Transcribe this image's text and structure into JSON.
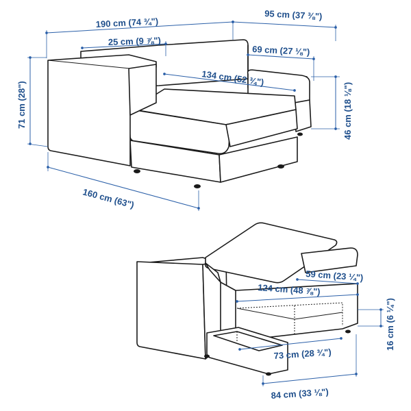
{
  "dimensions": {
    "total_width": "190 cm (74 ¾\")",
    "module_width": "95 cm (37 ⅜\")",
    "armrest_width": "25 cm (9 ⅞\")",
    "seat_depth": "69 cm (27 ⅛\")",
    "chaise_length": "134 cm (52 ¾\")",
    "back_height": "71 cm (28\")",
    "seat_height": "46 cm (18 ⅛\")",
    "total_depth": "160 cm (63\")",
    "storage_width": "59 cm (23 ¼\")",
    "storage_length": "124 cm (48 ⅞\")",
    "storage_height": "16 cm (6 ¼\")",
    "compartment_length": "73 cm (28 ¾\")",
    "compartment_width": "84 cm (33 ⅛\")"
  },
  "colors": {
    "dimension": "#1f4f8c",
    "outline": "#1a1a1a"
  }
}
